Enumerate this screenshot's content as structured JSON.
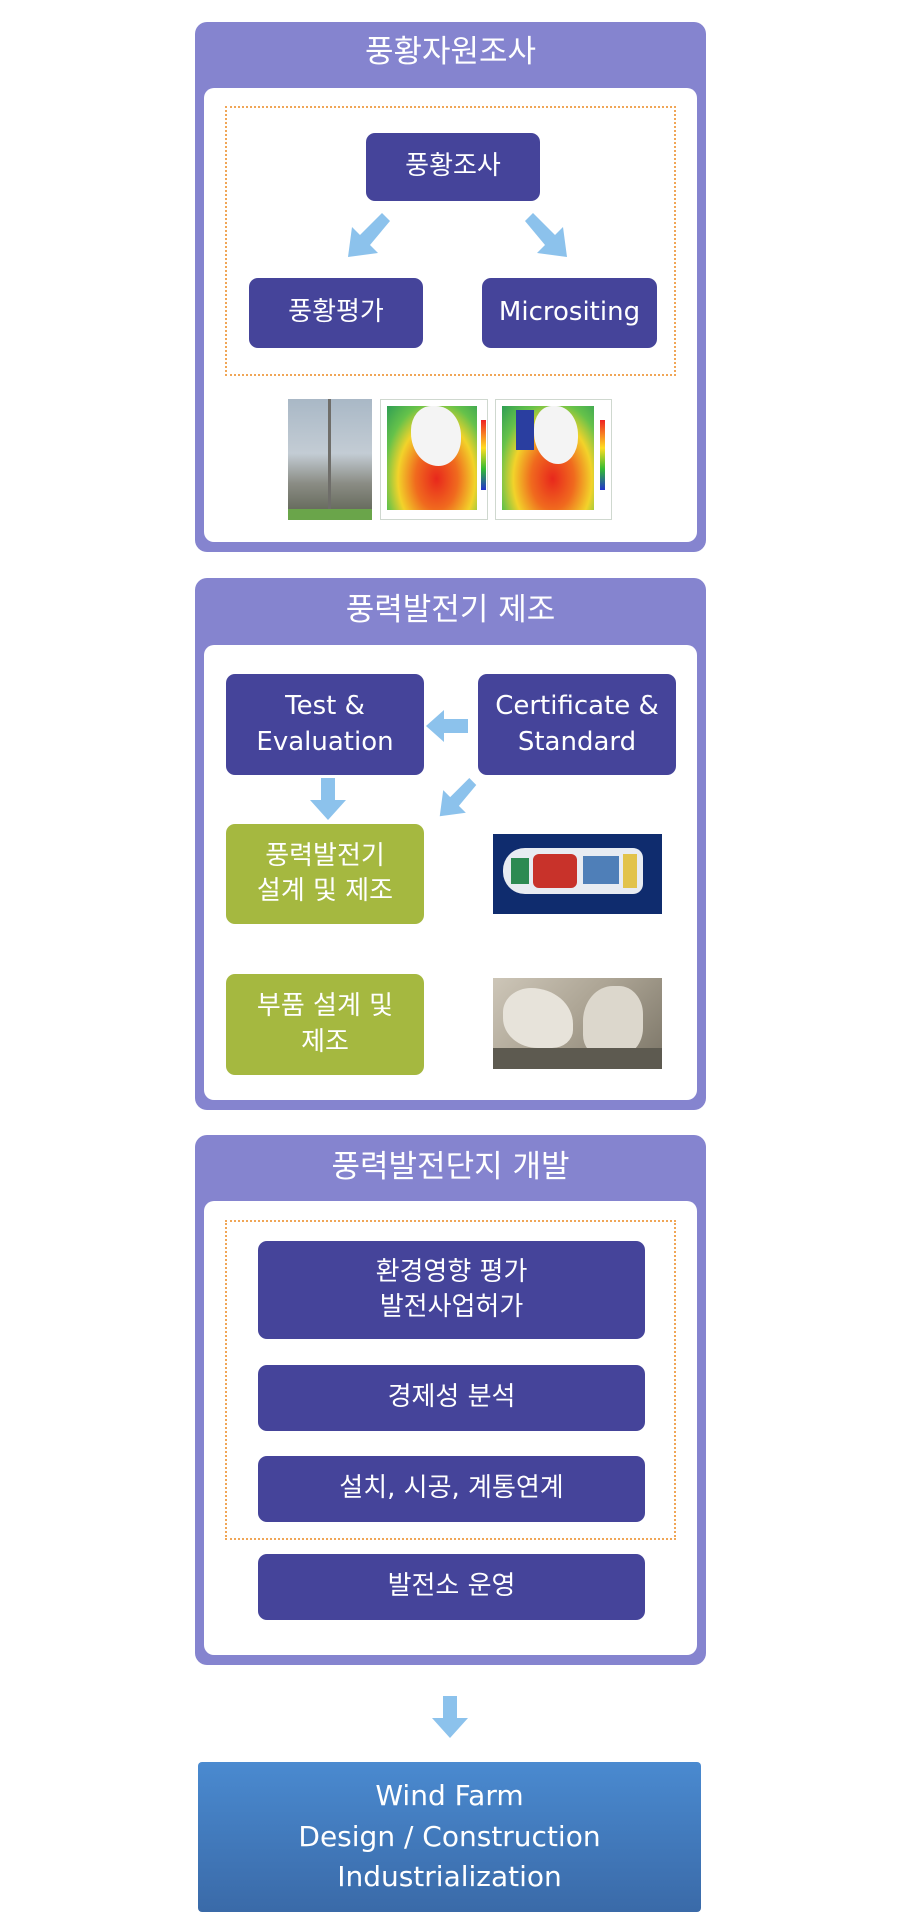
{
  "section1": {
    "title": "풍황자원조사",
    "top_box": "풍황조사",
    "left_box": "풍황평가",
    "right_box": "Micrositing"
  },
  "section2": {
    "title": "풍력발전기 제조",
    "test_box": "Test &\nEvaluation",
    "cert_box": "Certificate &\nStandard",
    "design_box": "풍력발전기\n설계 및 제조",
    "parts_box": "부품 설계 및\n제조"
  },
  "section3": {
    "title": "풍력발전단지 개발",
    "env_box": "환경영향 평가\n발전사업허가",
    "econ_box": "경제성 분석",
    "install_box": "설치, 시공, 계통연계",
    "operate_box": "발전소 운영"
  },
  "final": {
    "box": "Wind Farm\nDesign / Construction\nIndustrialization"
  },
  "colors": {
    "panel": "#8584cf",
    "navy_box": "#45449a",
    "olive_box": "#a5b840",
    "arrow": "#8cc2ec",
    "dotted_border": "#f0a657",
    "final_top": "#4a8ad0",
    "final_bottom": "#3a6aa8"
  }
}
